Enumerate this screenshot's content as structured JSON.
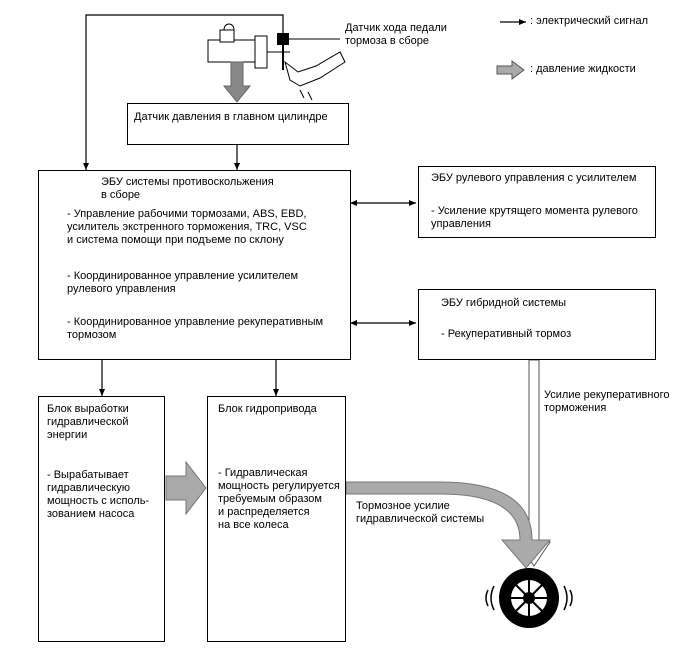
{
  "legend": {
    "electric": ": электрический сигнал",
    "fluid": ": давление жидкости"
  },
  "pedal_sensor": "Датчик хода педали\nтормоза в сборе",
  "master_cyl_sensor": "Датчик давления в главном цилиндре",
  "abs_ecu": {
    "title": "ЭБУ системы противоскольжения\nв сборе",
    "item1": "- Управление рабочими тормозами, ABS, EBD,\nусилитель экстренного торможения, TRC, VSC\nи система помощи при подъеме по склону",
    "item2": "- Координированное управление усилителем\nрулевого управления",
    "item3": "- Координированное управление рекуперативным\nтормозом"
  },
  "eps_ecu": {
    "title": "ЭБУ рулевого управления с усилителем",
    "item": "- Усиление крутящего момента рулевого\nуправления"
  },
  "hv_ecu": {
    "title": "ЭБУ гибридной системы",
    "item": "- Рекуперативный тормоз"
  },
  "regen_force": "Усилие рекуперативного\nторможения",
  "power_block": {
    "title": "Блок выработки\nгидравлической\nэнергии",
    "item": "- Вырабатывает\nгидравлическую\nмощность с исполь-\nзованием насоса"
  },
  "actuator_block": {
    "title": "Блок гидропривода",
    "item": "- Гидравлическая\nмощность регулируется\nтребуемым образом\nи распределяется\nна все колеса"
  },
  "hydraulic_force": "Тормозное усилие\nгидравлической системы"
}
